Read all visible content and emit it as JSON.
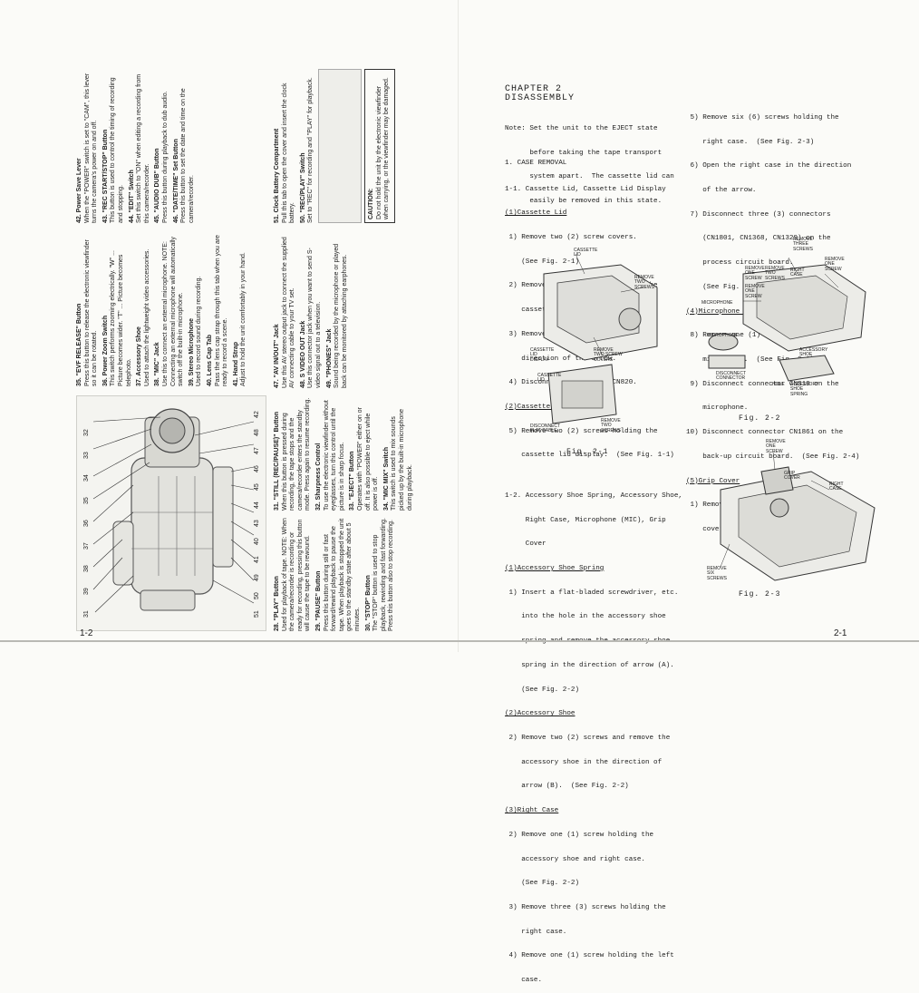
{
  "left_page": {
    "page_number": "1-2",
    "drawing_callouts_top": [
      "31",
      "39",
      "38",
      "37",
      "36",
      "35",
      "34",
      "33",
      "32"
    ],
    "drawing_callouts_bottom": [
      "51",
      "50",
      "49",
      "41",
      "40",
      "43",
      "44",
      "45",
      "46",
      "47",
      "48",
      "42"
    ],
    "items": [
      {
        "title": "28. \"PLAY\" Button",
        "body": "Used for playback of tape. NOTE: When the camera/recorder is recording or ready for recording, pressing this button will cause the tape to be rewound."
      },
      {
        "title": "29. \"PAUSE\" Button",
        "body": "Press this button during still or fast forward/rewind playback to pause the tape. When playback is stopped the unit goes to the standby state after about 5 minutes."
      },
      {
        "title": "30. \"STOP\" Button",
        "body": "The \"STOP\" button is used to stop playback, rewinding and fast forwarding. Press this button also to stop recording."
      },
      {
        "title": "31. \"STILL (REC/PAUSE)\" Button",
        "body": "When this button is pressed during recording, the tape stops and the camera/recorder enters the standby mode. Press again to resume recording."
      },
      {
        "title": "32. Sharpness Control",
        "body": "To use the electronic viewfinder without eyeglasses, turn this control until the picture is in sharp focus."
      },
      {
        "title": "33. \"EJECT\" Button",
        "body": "Operates with \"POWER\" either on or off. It is also possible to eject while power is off."
      },
      {
        "title": "34. \"MIC MIX\" Switch",
        "body": "This switch is used to mix sounds picked up by the built-in microphone during playback."
      },
      {
        "title": "35. \"EVF RELEASE\" Button",
        "body": "Press this button to release the electronic viewfinder so it can be rotated."
      },
      {
        "title": "36. Power Zoom Switch",
        "body": "This switch performs zooming electrically. \"W\" ... Picture becomes wider. \"T\" ... Picture becomes telephoto."
      },
      {
        "title": "37. Accessory Shoe",
        "body": "Used to attach the lightweight video accessories."
      },
      {
        "title": "38. \"MIC\" Jack",
        "body": "Use this to connect an external microphone. NOTE: Connecting an external microphone will automatically switch off the built-in microphone."
      },
      {
        "title": "39. Stereo Microphone",
        "body": "Used to record sound during recording."
      },
      {
        "title": "40. Lens Cap Tab",
        "body": "Pass the lens cap strap through this tab when you are ready to record a scene."
      },
      {
        "title": "41. Hand Strap",
        "body": "Adjust to hold the unit comfortably in your hand."
      },
      {
        "title": "42. Power Save Lever",
        "body": "When the \"POWER\" switch is set to \"CAM\", this lever turns the camera's power on and off."
      },
      {
        "title": "43. \"REC START/STOP\" Button",
        "body": "This button is used to control the timing of recording and stopping."
      },
      {
        "title": "44. \"EDIT\" Switch",
        "body": "Set this switch to \"ON\" when editing a recording from this camera/recorder."
      },
      {
        "title": "45. \"AUDIO DUB\" Button",
        "body": "Press this button during playback to dub audio."
      },
      {
        "title": "46. \"DATE/TIME\" Set Button",
        "body": "Press this button to set the date and time on the camera/recorder."
      },
      {
        "title": "47. \"AV IN/OUT\" Jack",
        "body": "Use this AV stereo output jack to connect the supplied AV connecting cable to your TV set."
      },
      {
        "title": "48. S VIDEO OUT Jack",
        "body": "Use this connector jack when you want to send S-video signal out to a television."
      },
      {
        "title": "49. \"PHONES\" Jack",
        "body": "Sound being recorded by the microphone or played back can be monitored by attaching earphones."
      },
      {
        "title": "50. \"REC/PLAY\" Switch",
        "body": "Set to \"REC\" for recording and \"PLAY\" for playback."
      },
      {
        "title": "51. Clock Battery Compartment",
        "body": "Pull this tab to open the cover and insert the clock battery."
      }
    ],
    "caution_title": "CAUTION:",
    "caution_body": "Do not hold the unit by the electronic viewfinder when carrying, or the viewfinder may be damaged."
  },
  "right_page": {
    "page_number": "2-1",
    "chapter_title": "CHAPTER 2",
    "chapter_subtitle": "DISASSEMBLY",
    "note_lines": [
      "Note: Set the unit to the EJECT state",
      "      before taking the tape transport",
      "      system apart.  The cassette lid can",
      "      easily be removed in this state."
    ],
    "section1": "1. CASE REMOVAL",
    "section1_1": "1-1. Cassette Lid, Cassette Lid Display",
    "sub1_title": "(1)Cassette Lid",
    "sub1_lines": [
      " 1) Remove two (2) screw covers.",
      "    (See Fig. 2-1)",
      " 2) Remove two (2) screws holding the",
      "    cassette lid.",
      " 3) Remove the cassette lid in the",
      "    direction of the arrow.",
      " 4) Disconnect flat cable CN820."
    ],
    "sub2_title": "(2)Cassette Lid Display",
    "sub2_lines": [
      " 5) Remove two (2) screws holding the",
      "    cassette lid display.  (See Fig. 1-1)"
    ],
    "fig_2_1_label": "Fig. 2-1",
    "fig_2_1_callouts": [
      "CASSETTE\nLID",
      "REMOVE\nTWO\nSCREWS",
      "REMOVE\nTWO SCREW\nCOVERS",
      "CASSETTE\nLID\nDISPLAY",
      "CASSETTE\nLID",
      "DISCONNECT\nFLAT CABLE",
      "REMOVE\nTWO\nSCREWS"
    ],
    "section1_2_lines": [
      "1-2. Accessory Shoe Spring, Accessory Shoe,",
      "     Right Case, Microphone (MIC), Grip",
      "     Cover"
    ],
    "sub3_title": "(1)Accessory Shoe Spring",
    "sub3_lines": [
      " 1) Insert a flat-bladed screwdriver, etc.",
      "    into the hole in the accessory shoe",
      "    spring and remove the accessory shoe",
      "    spring in the direction of arrow (A).",
      "    (See Fig. 2-2)"
    ],
    "sub4_title": "(2)Accessory Shoe",
    "sub4_lines": [
      " 2) Remove two (2) screws and remove the",
      "    accessory shoe in the direction of",
      "    arrow (B).  (See Fig. 2-2)"
    ],
    "sub5_title": "(3)Right Case",
    "sub5_lines": [
      " 2) Remove one (1) screw holding the",
      "    accessory shoe and right case.",
      "    (See Fig. 2-2)",
      " 3) Remove three (3) screws holding the",
      "    right case.",
      " 4) Remove one (1) screw holding the left",
      "    case."
    ],
    "col2_lines": [
      " 5) Remove six (6) screws holding the",
      "    right case.  (See Fig. 2-3)",
      " 6) Open the right case in the direction",
      "    of the arrow.",
      " 7) Disconnect three (3) connectors",
      "    (CN1801, CN1368, CN1329) on the",
      "    process circuit board.",
      "    (See Fig. 2-4)"
    ],
    "sub6_title": "(4)Microphone (MIC)",
    "sub6_lines": [
      " 8) Remove one (1) screw holding the",
      "    microphone.  (See Fig. 2-2)",
      " 9) Disconnect connector CN810 on the",
      "    microphone.",
      "10) Disconnect connector CN1861 on the",
      "    back-up circuit board.  (See Fig. 2-4)"
    ],
    "sub7_title": "(5)Grip Cover",
    "sub7_lines": [
      " 1) Remove one (1) screw holding the grip",
      "    cover.  (See Fig. 1-3)"
    ],
    "fig_2_2_label": "Fig. 2-2",
    "fig_2_2_callouts": [
      "REMOVE\nTHREE\nSCREWS",
      "REMOVE\nONE\nSCREW",
      "REMOVE\nTWO\nSCREWS",
      "RIGHT\nCASE",
      "REMOVE\nONE\nSCREW",
      "REMOVE\nONE\nSCREW",
      "MICROPHONE",
      "MICROPHONE",
      "DISCONNECT\nCONNECTOR",
      "ACCESSORY\nSHOE",
      "HOLE",
      "ACCESSORY\nSHOE\nSPRING"
    ],
    "fig_2_3_label": "Fig. 2-3",
    "fig_2_3_callouts": [
      "REMOVE\nONE\nSCREW",
      "GRIP\nCOVER",
      "RIGHT\nCASE",
      "REMOVE\nSIX\nSCREWS"
    ]
  }
}
